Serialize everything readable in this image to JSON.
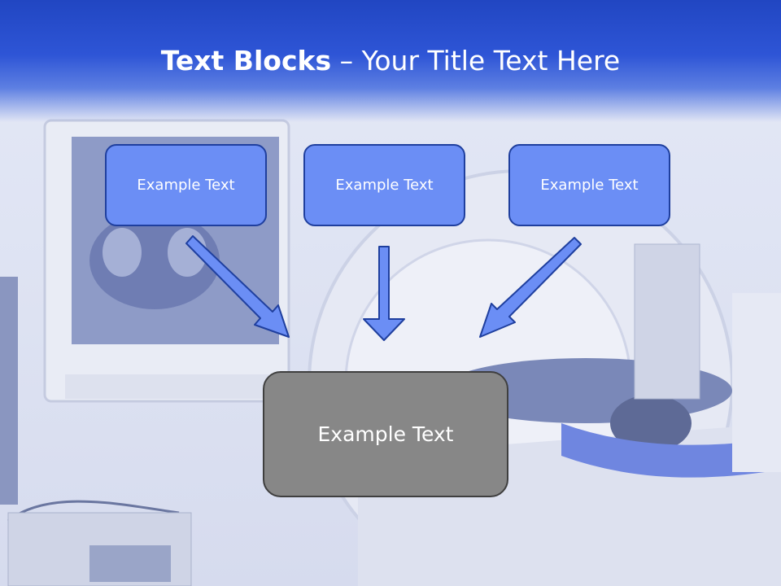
{
  "title": {
    "bold": "Text Blocks",
    "separator": " – ",
    "rest": "Your Title Text Here"
  },
  "blocks": [
    {
      "label": "Example Text"
    },
    {
      "label": "Example Text"
    },
    {
      "label": "Example Text"
    }
  ],
  "result": {
    "label": "Example Text"
  },
  "colors": {
    "header_blue": "#2146c2",
    "block_fill": "#6b8ef5",
    "block_border": "#1f3f9e",
    "result_fill": "#878787"
  }
}
